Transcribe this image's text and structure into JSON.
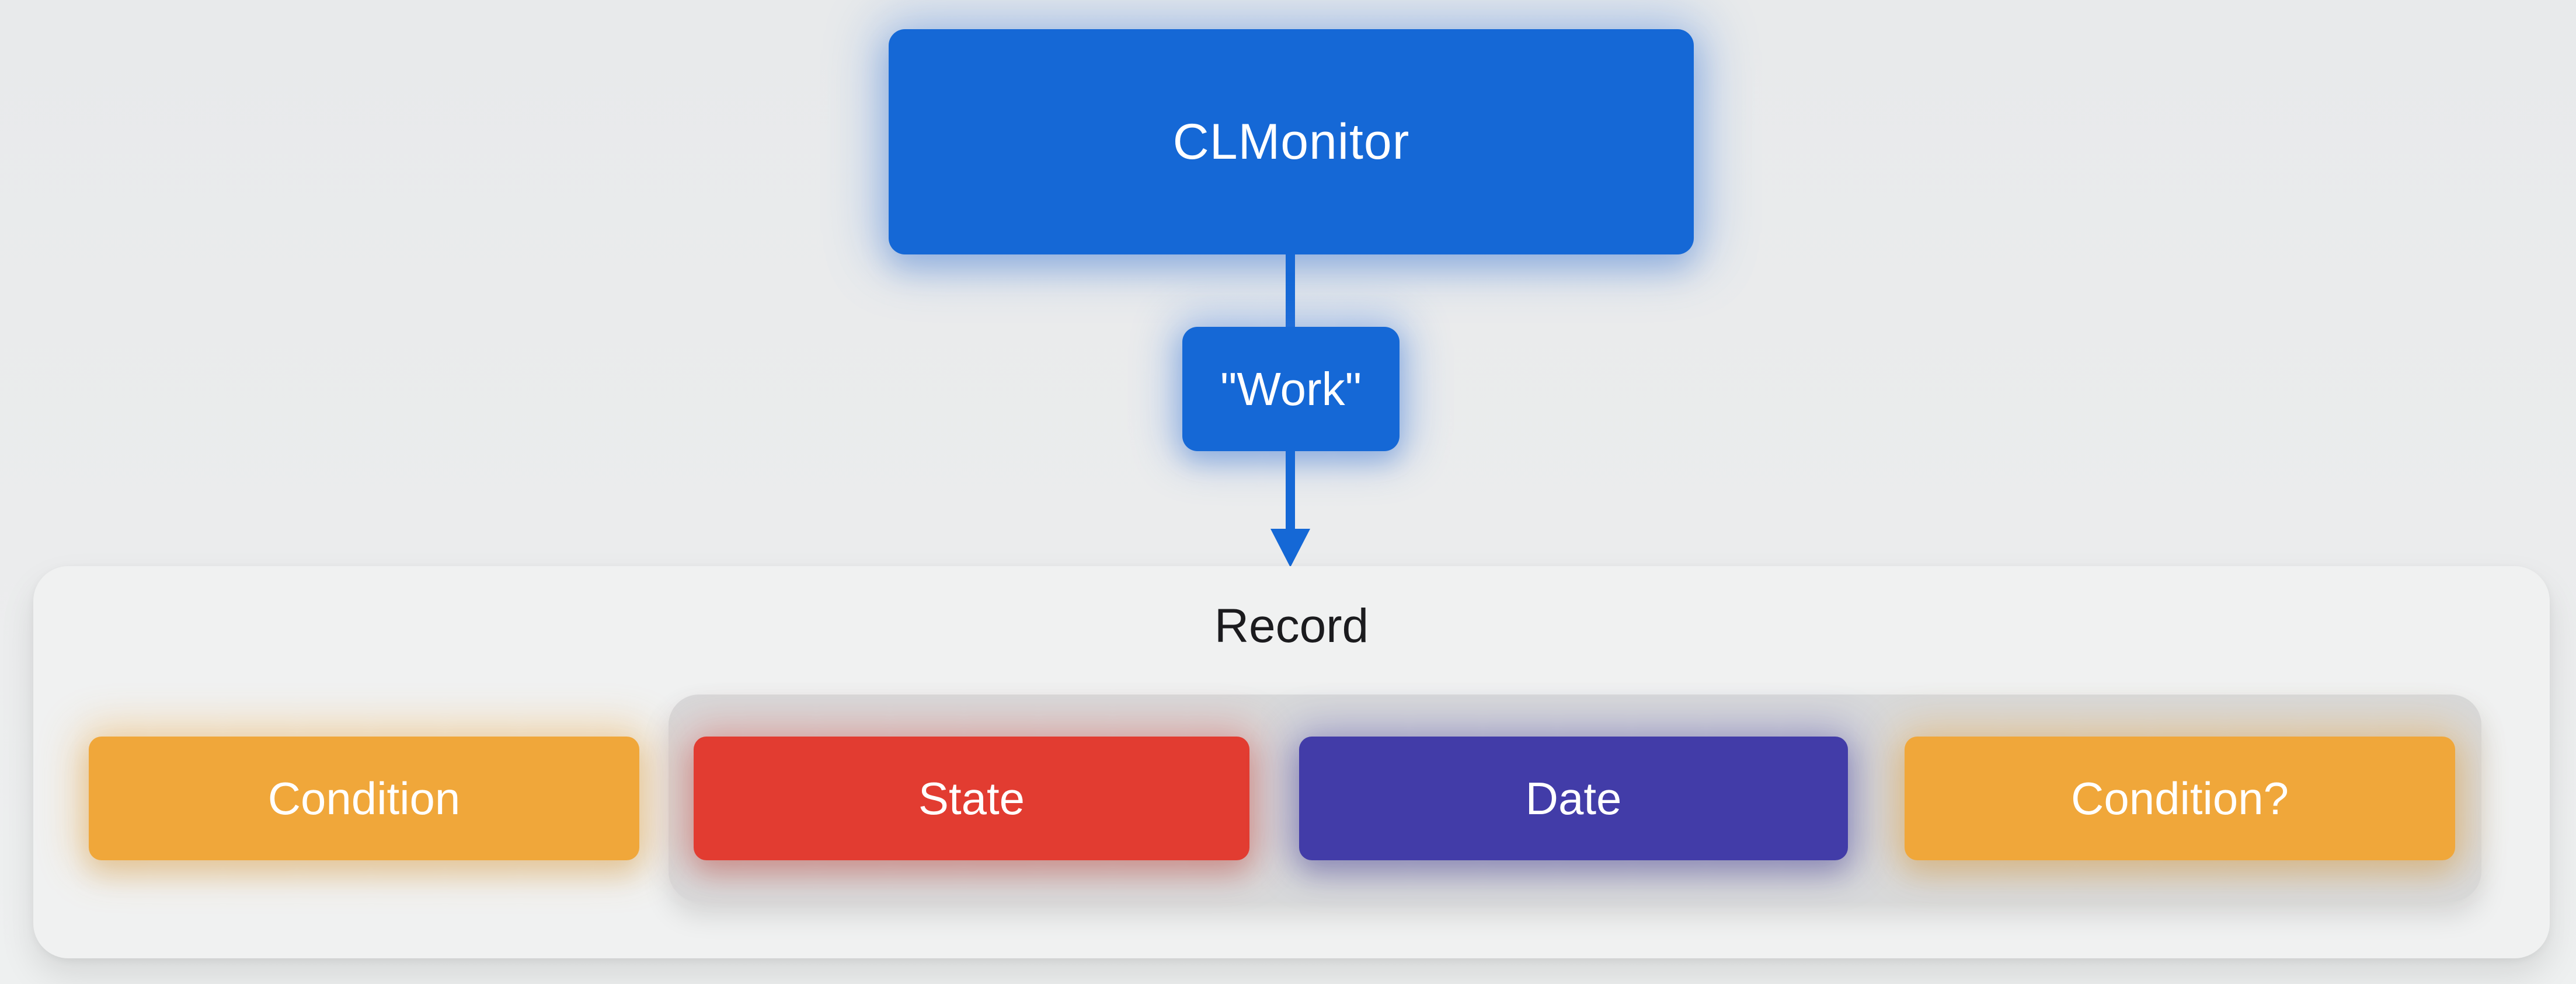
{
  "diagram": {
    "root_node": {
      "label": "CLMonitor",
      "color": "#1568d6",
      "text_color": "#ffffff"
    },
    "edge": {
      "label": "\"Work\"",
      "color": "#1568d6",
      "text_color": "#ffffff",
      "direction": "down"
    },
    "record_group": {
      "title": "Record",
      "title_color": "#1b1b1e",
      "background": "#f0f1f1",
      "fields_group_background": "#d8d9da",
      "fields": [
        {
          "label": "Condition",
          "color": "#f0a73a",
          "inside_gray_group": false
        },
        {
          "label": "State",
          "color": "#e23c31",
          "inside_gray_group": true
        },
        {
          "label": "Date",
          "color": "#423ca8",
          "inside_gray_group": true
        },
        {
          "label": "Condition?",
          "color": "#f0a73a",
          "inside_gray_group": true
        }
      ]
    }
  }
}
